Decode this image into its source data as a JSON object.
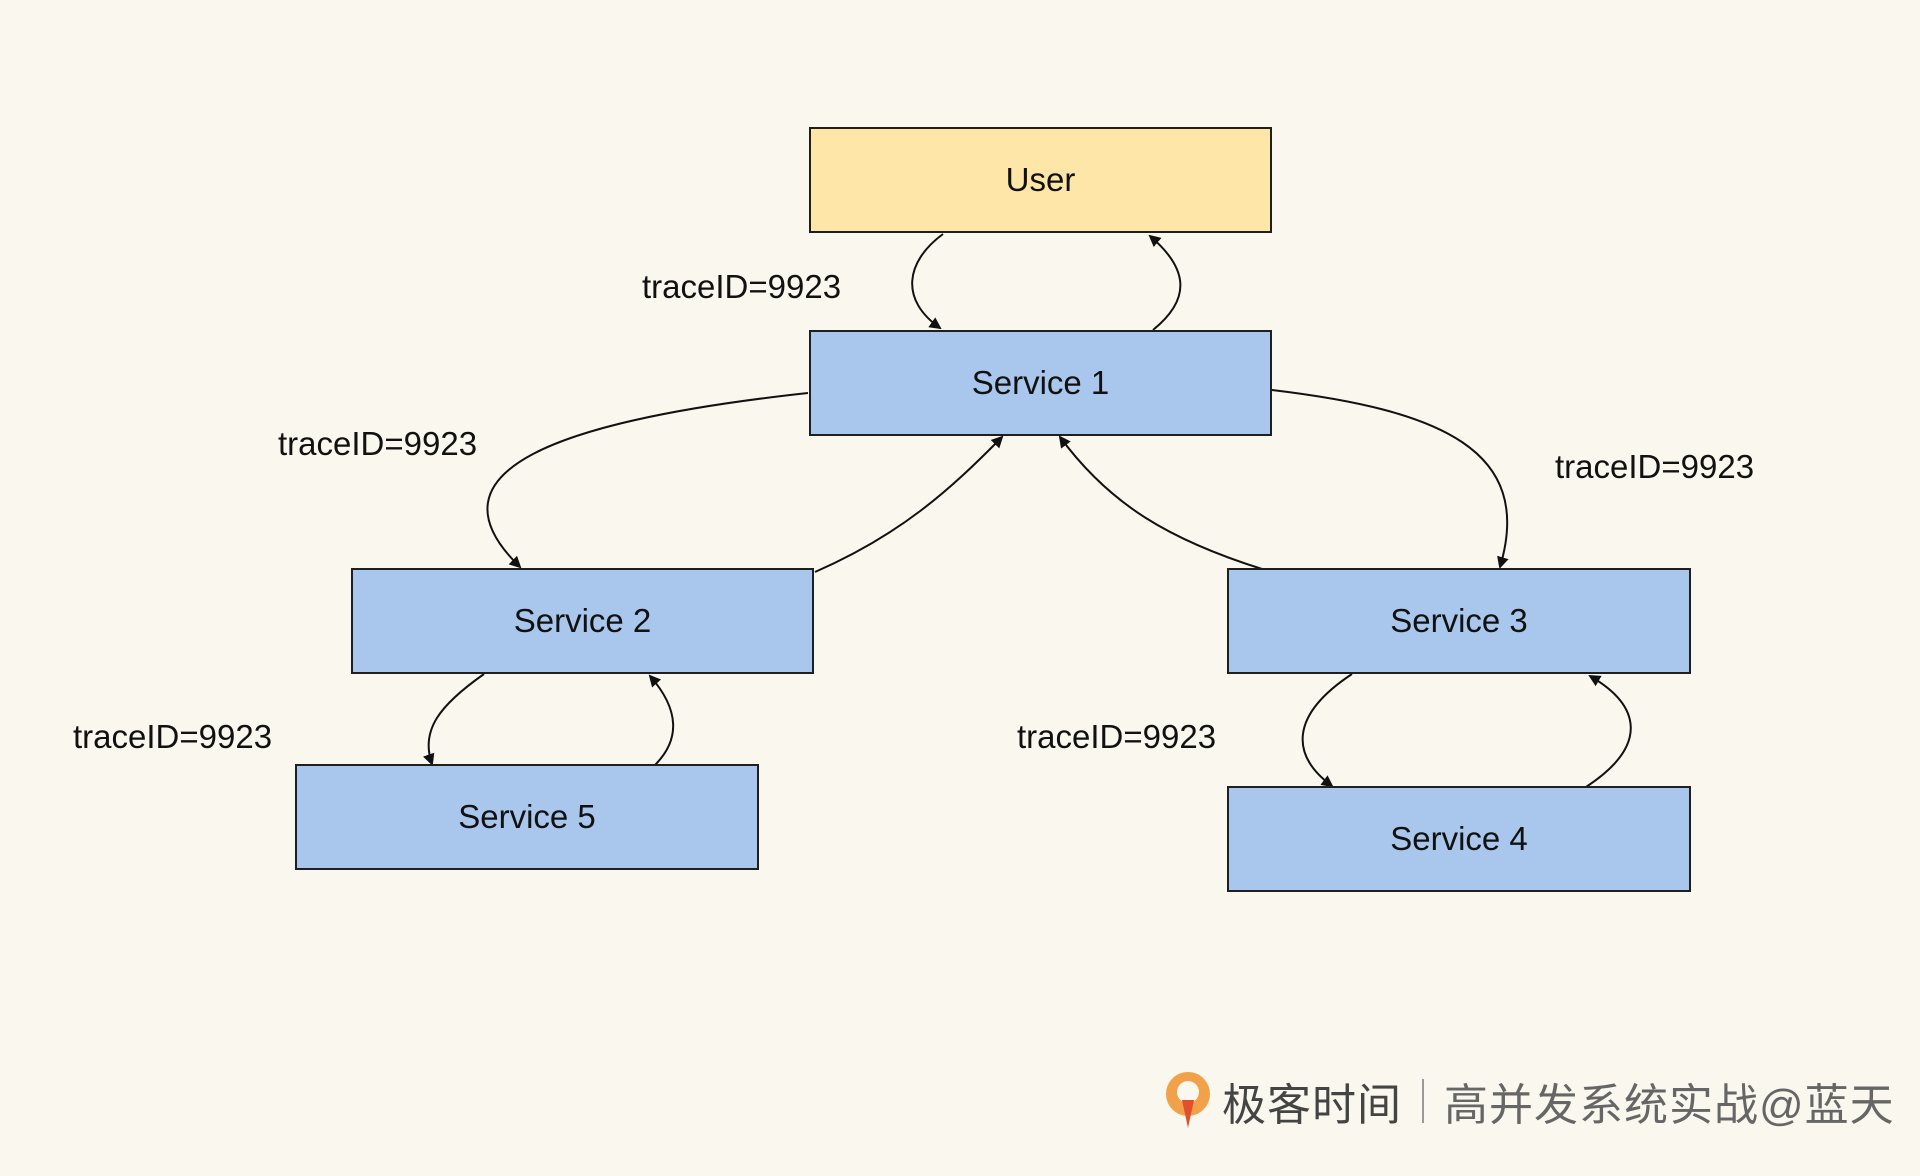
{
  "nodes": {
    "user": "User",
    "service1": "Service 1",
    "service2": "Service 2",
    "service3": "Service 3",
    "service4": "Service 4",
    "service5": "Service 5"
  },
  "edge_labels": {
    "user_service1": "traceID=9923",
    "service1_service2": "traceID=9923",
    "service1_service3": "traceID=9923",
    "service2_service5": "traceID=9923",
    "service3_service4": "traceID=9923"
  },
  "footer": {
    "brand": "极客时间",
    "course": "高并发系统实战@蓝天"
  },
  "colors": {
    "background": "#faf8ee",
    "user_fill": "#fde6a8",
    "service_fill": "#a9c6ec",
    "logo_orange": "#f0a14a"
  }
}
